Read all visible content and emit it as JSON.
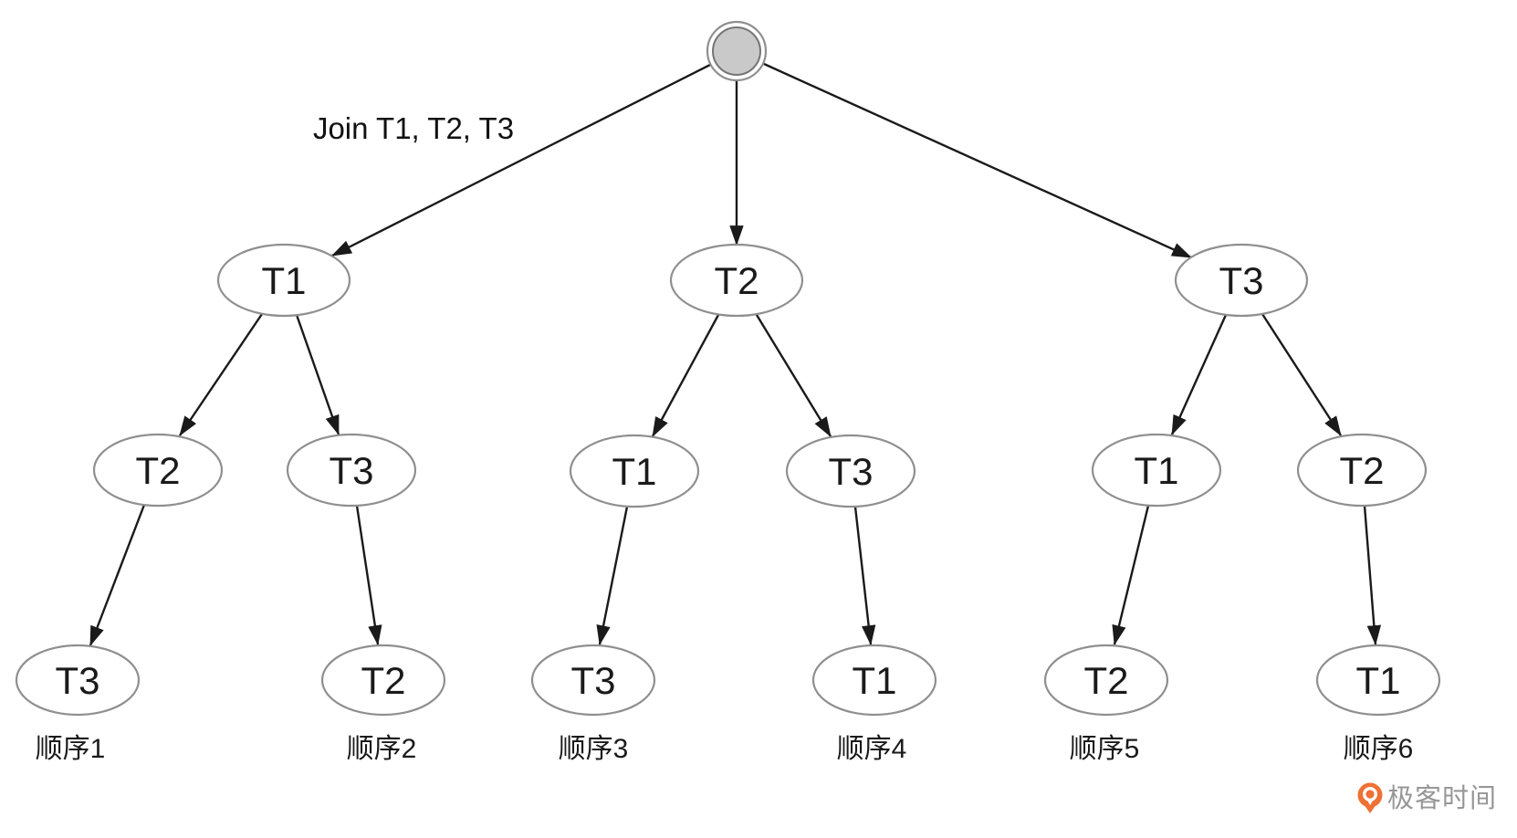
{
  "diagram": {
    "title_semantic": "join-order-enumeration-tree",
    "edge_label": "Join T1, T2, T3",
    "nodes": {
      "root": "",
      "l1": [
        "T1",
        "T2",
        "T3"
      ],
      "l2": [
        "T2",
        "T3",
        "T1",
        "T3",
        "T1",
        "T2"
      ],
      "l3": [
        "T3",
        "T2",
        "T3",
        "T1",
        "T2",
        "T1"
      ]
    },
    "order_labels": [
      "顺序1",
      "顺序2",
      "顺序3",
      "顺序4",
      "顺序5",
      "顺序6"
    ],
    "colors": {
      "edge": "#1a1a1a",
      "node_border": "#8f8f8f",
      "node_fill": "#ffffff",
      "root_fill": "#c9c9c9",
      "root_border": "#757575",
      "text": "#1a1a1a"
    }
  },
  "watermark": {
    "text": "极客时间",
    "logo": "geektime-logo",
    "logo_color": "#EE7135",
    "text_color": "#979797"
  }
}
